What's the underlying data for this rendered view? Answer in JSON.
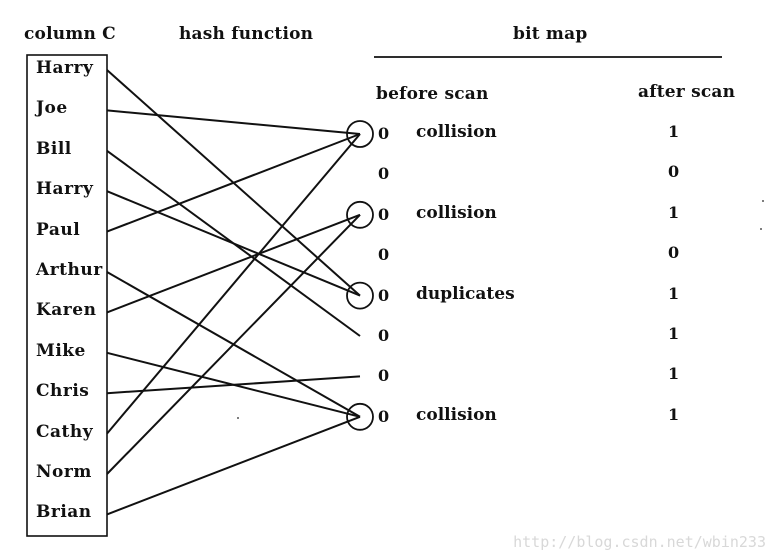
{
  "headers": {
    "column": "column C",
    "hash": "hash function",
    "bitmap": "bit map",
    "before": "before scan",
    "after": "after scan"
  },
  "names": [
    "Harry",
    "Joe",
    "Bill",
    "Harry",
    "Paul",
    "Arthur",
    "Karen",
    "Mike",
    "Chris",
    "Cathy",
    "Norm",
    "Brian"
  ],
  "bits_before": [
    "0",
    "0",
    "0",
    "0",
    "0",
    "0",
    "0",
    "0"
  ],
  "bits_after": [
    "1",
    "0",
    "1",
    "0",
    "1",
    "1",
    "1",
    "1"
  ],
  "notes": [
    {
      "slot": 0,
      "text": "collision"
    },
    {
      "slot": 2,
      "text": "collision"
    },
    {
      "slot": 4,
      "text": "duplicates"
    },
    {
      "slot": 7,
      "text": "collision"
    }
  ],
  "edges": [
    {
      "from": 0,
      "to": 4
    },
    {
      "from": 1,
      "to": 0
    },
    {
      "from": 2,
      "to": 5
    },
    {
      "from": 3,
      "to": 4
    },
    {
      "from": 4,
      "to": 0
    },
    {
      "from": 5,
      "to": 7
    },
    {
      "from": 6,
      "to": 2
    },
    {
      "from": 7,
      "to": 7
    },
    {
      "from": 8,
      "to": 6
    },
    {
      "from": 9,
      "to": 0
    },
    {
      "from": 10,
      "to": 2
    },
    {
      "from": 11,
      "to": 7
    }
  ],
  "circled_slots": [
    0,
    2,
    4,
    7
  ],
  "watermark": "http://blog.csdn.net/wbin233"
}
